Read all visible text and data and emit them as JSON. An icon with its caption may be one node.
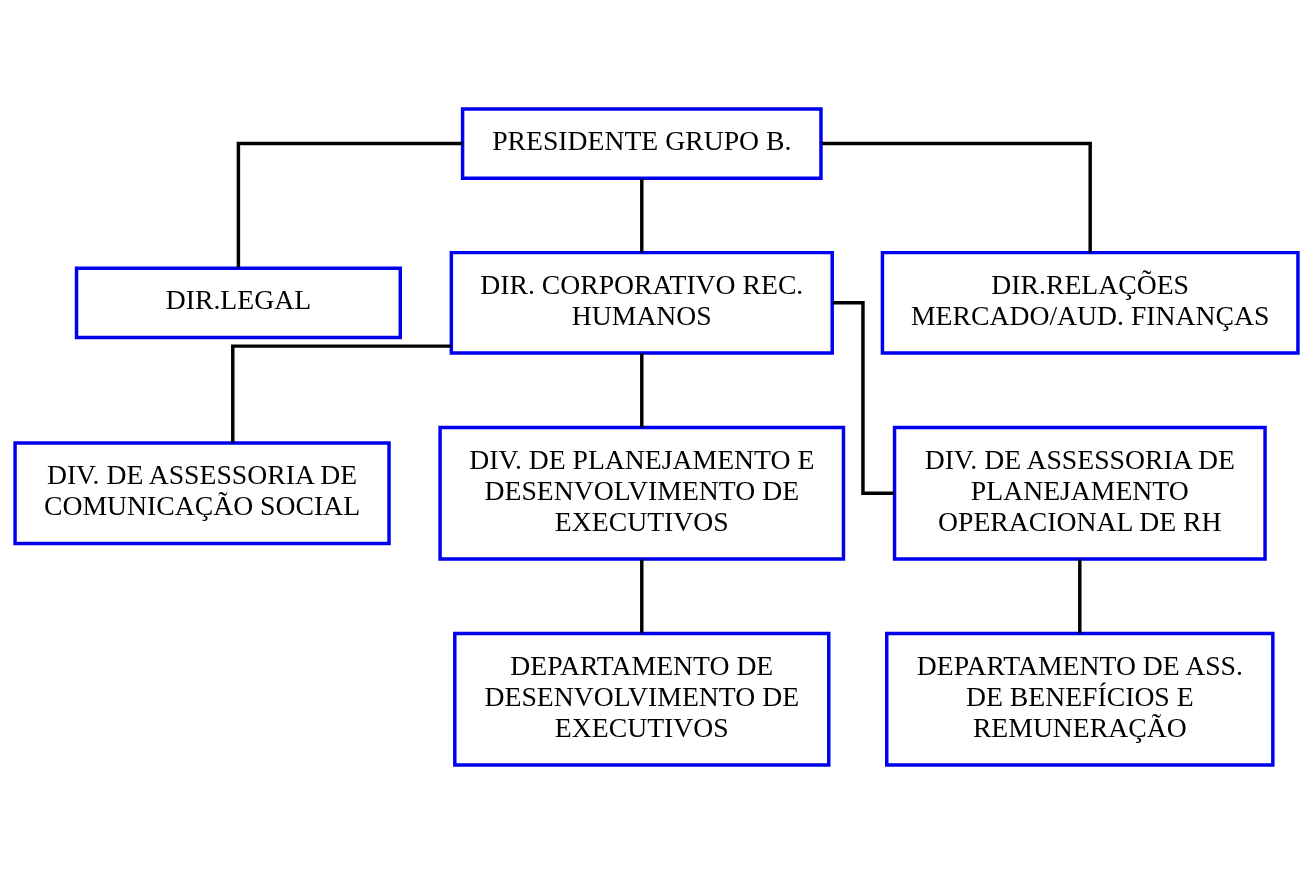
{
  "diagram": {
    "nodes": [
      {
        "text": [
          "PRESIDENTE GRUPO B."
        ]
      },
      {
        "text": [
          "DIR.LEGAL"
        ]
      },
      {
        "text": [
          "DIR. CORPORATIVO REC. HUMANOS"
        ]
      },
      {
        "text": [
          "DIR.RELAÇÕES MERCADO/AUD. FINANÇAS"
        ]
      },
      {
        "text": [
          "DIV. DE ASSESSORIA DE COMUNICAÇÃO SOCIAL"
        ]
      },
      {
        "text": [
          "DIV. DE PLANEJAMENTO E DESENVOLVIMENTO DE EXECUTIVOS"
        ]
      },
      {
        "text": [
          "DIV. DE ASSESSORIA DE PLANEJAMENTO OPERACIONAL DE RH"
        ]
      },
      {
        "text": [
          "DEPARTAMENTO DE DESENVOLVIMENTO DE EXECUTIVOS"
        ]
      },
      {
        "text": [
          "DEPARTAMENTO DE ASS. DE BENEFÍCIOS E REMUNERAÇÃO"
        ]
      }
    ],
    "edges": [
      {
        "from": 0,
        "to": 1,
        "arrow": "none"
      },
      {
        "from": 0,
        "to": 2,
        "arrow": "none"
      },
      {
        "from": 0,
        "to": 3,
        "arrow": "none"
      },
      {
        "from": 2,
        "to": 4,
        "arrow": "none"
      },
      {
        "from": 2,
        "to": 5,
        "arrow": "none"
      },
      {
        "from": 2,
        "to": 6,
        "arrow": "none"
      },
      {
        "from": 5,
        "to": 7,
        "arrow": "none"
      },
      {
        "from": 6,
        "to": 8,
        "arrow": "none"
      }
    ]
  }
}
